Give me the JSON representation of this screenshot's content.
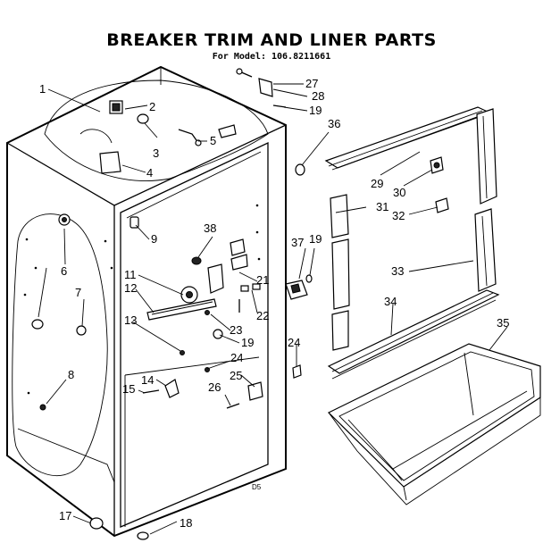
{
  "header": {
    "title": "BREAKER TRIM AND LINER PARTS",
    "model_line": "For Model: 106.8211661"
  },
  "footer": {
    "page_code": "D5"
  },
  "parts": {
    "p1": "1",
    "p2": "2",
    "p3": "3",
    "p4": "4",
    "p5": "5",
    "p6": "6",
    "p7": "7",
    "p8": "8",
    "p9": "9",
    "p11": "11",
    "p12": "12",
    "p13": "13",
    "p14": "14",
    "p15": "15",
    "p17": "17",
    "p18": "18",
    "p19a": "19",
    "p19b": "19",
    "p19c": "19",
    "p21": "21",
    "p22": "22",
    "p23": "23",
    "p24a": "24",
    "p24b": "24",
    "p25": "25",
    "p26": "26",
    "p27": "27",
    "p28": "28",
    "p29": "29",
    "p30": "30",
    "p31": "31",
    "p32": "32",
    "p33": "33",
    "p34": "34",
    "p35": "35",
    "p36": "36",
    "p37": "37",
    "p38": "38"
  }
}
